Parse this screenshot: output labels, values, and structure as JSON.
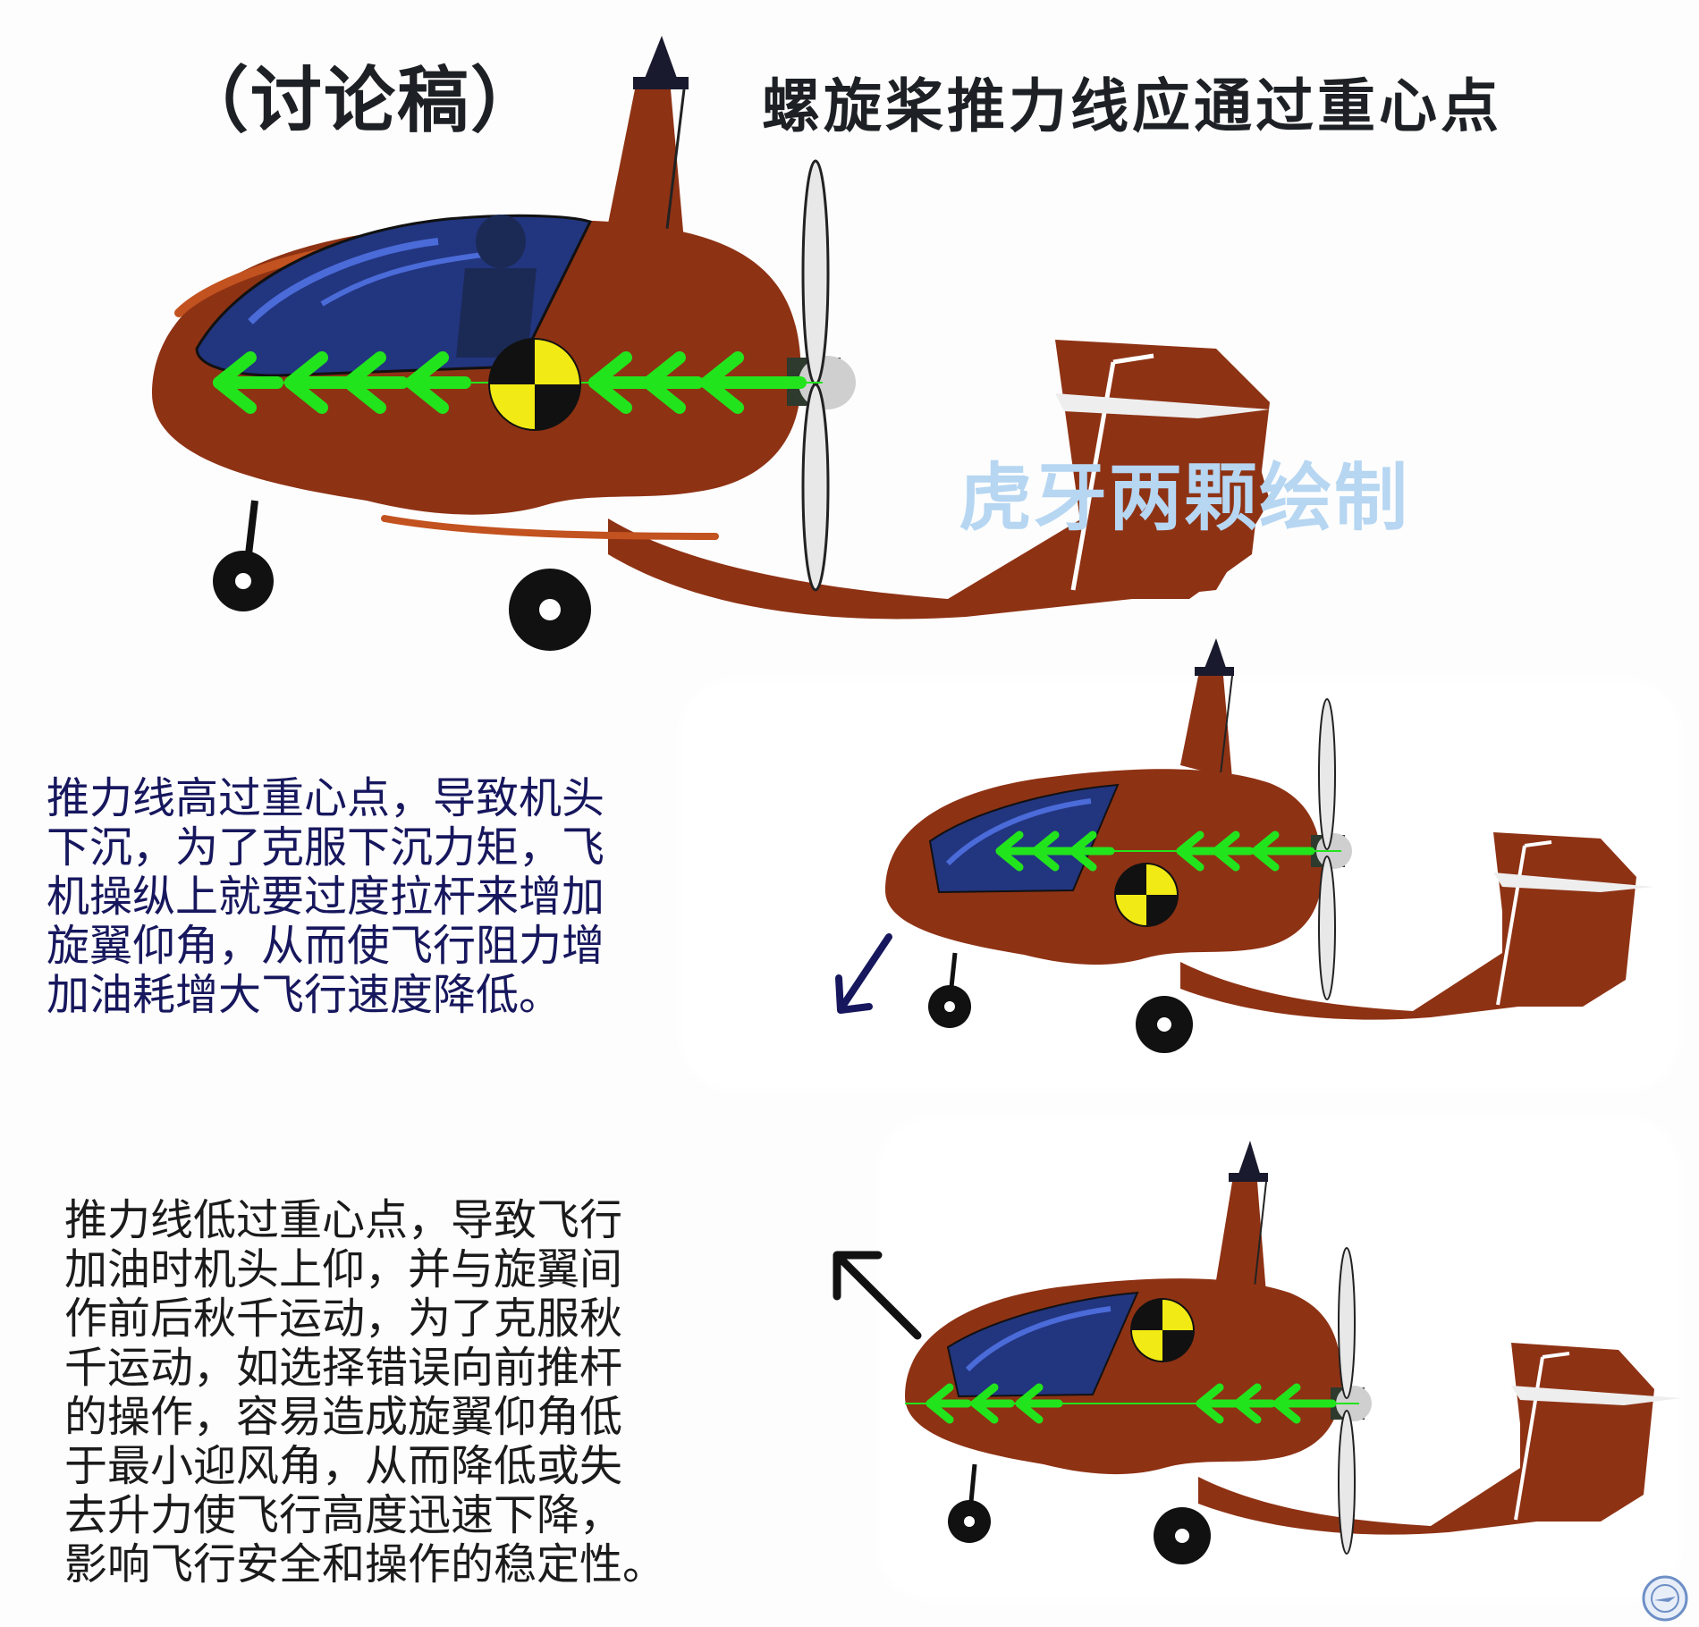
{
  "header": {
    "draft_label": "（讨论稿）",
    "main_title": "螺旋桨推力线应通过重心点"
  },
  "watermark": "虎牙两颗绘制",
  "section_high": {
    "text": "推力线高过重心点，导致机头\n下沉，为了克服下沉力矩，飞\n机操纵上就要过度拉杆来增加\n旋翼仰角，从而使飞行阻力增\n加油耗增大飞行速度降低。",
    "direction": "nose-down"
  },
  "section_low": {
    "text": "推力线低过重心点，导致飞行\n加油时机头上仰，并与旋翼间\n作前后秋千运动，为了克服秋\n千运动，如选择错误向前推杆\n的操作，容易造成旋翼仰角低\n于最小迎风角，从而降低或失\n去升力使飞行高度迅速下降，\n影响飞行安全和操作的稳定性。",
    "direction": "nose-up"
  },
  "colors": {
    "fuselage": "#8e3214",
    "fuselage_highlight": "#c2521f",
    "canopy": "#22357f",
    "canopy_light": "#4a6bd8",
    "thrust_arrow": "#22e41c",
    "cg_yellow": "#f2ea14",
    "cg_black": "#111111",
    "text_dark_blue": "#17175e",
    "text_black": "#1b1b1b",
    "watermark": "#b6d6f2"
  },
  "icons": {
    "aircraft": "gyroplane-icon",
    "center_of_gravity": "center-of-gravity-icon",
    "thrust": "thrust-arrow-icon",
    "nose_down": "arrow-down-left-icon",
    "nose_up": "arrow-up-left-icon",
    "logo": "logo-seal-icon"
  }
}
